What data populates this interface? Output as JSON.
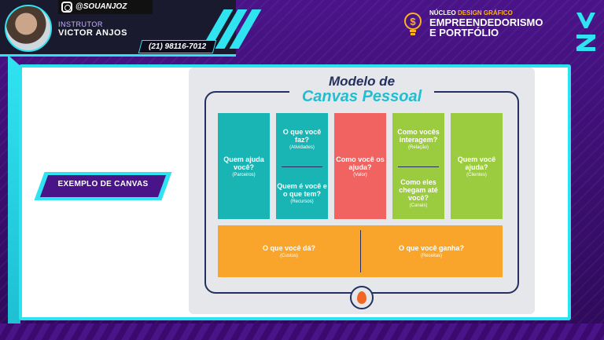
{
  "header": {
    "handle": "@SOUANJOZ",
    "instructor_label": "INSTRUTOR",
    "instructor_name": "VICTOR ANJOS",
    "phone": "(21) 98116-7012",
    "course_nucleo": "NÚCLEO",
    "course_nucleo_accent": "DESIGN GRÁFICO",
    "course_title_line1": "EMPREENDEDORISMO",
    "course_title_line2": "E PORTFÓLIO",
    "brand_icon": "vz-logo"
  },
  "ribbon": {
    "label": "EXEMPLO DE CANVAS"
  },
  "canvas": {
    "title_line1": "Modelo de",
    "title_line2": "Canvas Pessoal",
    "blocks": {
      "partners": {
        "q": "Quem ajuda você?",
        "s": "(Parceiros)"
      },
      "activities": {
        "q": "O que você faz?",
        "s": "(Atividades)"
      },
      "resources": {
        "q": "Quem é você e o que tem?",
        "s": "(Recursos)"
      },
      "value": {
        "q": "Como você os ajuda?",
        "s": "(Valor)"
      },
      "relation": {
        "q": "Como vocês interagem?",
        "s": "(Relação)"
      },
      "channels": {
        "q": "Como eles chegam até você?",
        "s": "(Canais)"
      },
      "clients": {
        "q": "Quem você ajuda?",
        "s": "(Clientes)"
      },
      "costs": {
        "q": "O que você dá?",
        "s": "(Custos)"
      },
      "revenue": {
        "q": "O que você ganha?",
        "s": "(Receitas)"
      }
    }
  },
  "colors": {
    "background": "#3a0a6e",
    "accent_cyan": "#30e3f1",
    "teal": "#19b5b4",
    "red": "#f06360",
    "green": "#9bcb3e",
    "orange": "#f9a52b",
    "navy": "#24305e"
  }
}
